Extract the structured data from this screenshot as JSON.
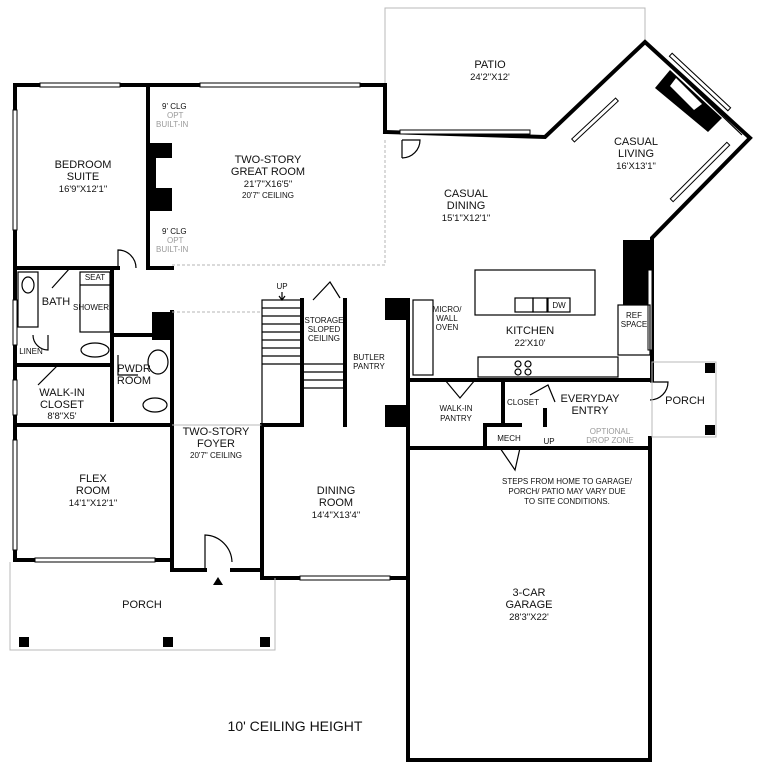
{
  "rooms": {
    "patio": {
      "name": "PATIO",
      "dim": "24'2\"X12'"
    },
    "bedroom": {
      "line1": "BEDROOM",
      "line2": "SUITE",
      "dim": "16'9\"X12'1\""
    },
    "great_room": {
      "line1": "TWO-STORY",
      "line2": "GREAT ROOM",
      "dim": "21'7\"X16'5\"",
      "note": "20'7\" CEILING"
    },
    "casual_dining": {
      "line1": "CASUAL",
      "line2": "DINING",
      "dim": "15'1\"X12'1\""
    },
    "casual_living": {
      "line1": "CASUAL",
      "line2": "LIVING",
      "dim": "16'X13'1\""
    },
    "bath": {
      "name": "BATH"
    },
    "seat": {
      "name": "SEAT"
    },
    "shower": {
      "name": "SHOWER"
    },
    "linen": {
      "name": "LINEN"
    },
    "walkin_closet": {
      "line1": "WALK-IN",
      "line2": "CLOSET",
      "dim": "8'8\"X5'"
    },
    "pwdr": {
      "line1": "PWDR",
      "line2": "ROOM"
    },
    "storage": {
      "line1": "STORAGE",
      "line2": "SLOPED",
      "line3": "CEILING"
    },
    "butler": {
      "line1": "BUTLER",
      "line2": "PANTRY"
    },
    "micro": {
      "line1": "MICRO/",
      "line2": "WALL",
      "line3": "OVEN"
    },
    "kitchen": {
      "name": "KITCHEN",
      "dim": "22'X10'"
    },
    "dw": {
      "name": "DW"
    },
    "ref": {
      "line1": "REF",
      "line2": "SPACE"
    },
    "walkin_pantry": {
      "line1": "WALK-IN",
      "line2": "PANTRY"
    },
    "closet": {
      "name": "CLOSET"
    },
    "everyday_entry": {
      "line1": "EVERYDAY",
      "line2": "ENTRY"
    },
    "drop_zone": {
      "line1": "OPTIONAL",
      "line2": "DROP ZONE"
    },
    "mech": {
      "name": "MECH"
    },
    "porch_right": {
      "name": "PORCH"
    },
    "foyer": {
      "line1": "TWO-STORY",
      "line2": "FOYER",
      "note": "20'7\" CEILING"
    },
    "dining_room": {
      "line1": "DINING",
      "line2": "ROOM",
      "dim": "14'4\"X13'4\""
    },
    "flex": {
      "line1": "FLEX",
      "line2": "ROOM",
      "dim": "14'1\"X12'1\""
    },
    "porch_front": {
      "name": "PORCH"
    },
    "garage": {
      "line1": "3-CAR",
      "line2": "GARAGE",
      "dim": "28'3\"X22'"
    }
  },
  "labels": {
    "clg_top": {
      "line1": "9' CLG",
      "line2": "OPT",
      "line3": "BUILT-IN"
    },
    "clg_bottom": {
      "line1": "9' CLG",
      "line2": "OPT",
      "line3": "BUILT-IN"
    },
    "up_stairs": "UP",
    "up_entry": "UP",
    "steps_note": {
      "line1": "STEPS FROM HOME TO GARAGE/",
      "line2": "PORCH/ PATIO MAY VARY DUE",
      "line3": "TO SITE CONDITIONS."
    },
    "ceiling_height": "10' CEILING HEIGHT"
  }
}
